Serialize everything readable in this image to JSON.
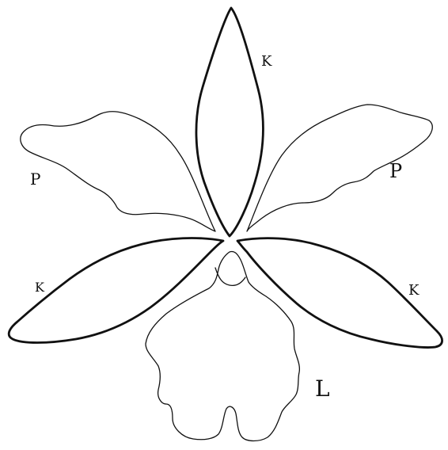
{
  "labels": {
    "sepal_top": "K",
    "sepal_left": "K",
    "sepal_right": "K",
    "petal_left": "P",
    "petal_right": "P",
    "lip": "L"
  }
}
